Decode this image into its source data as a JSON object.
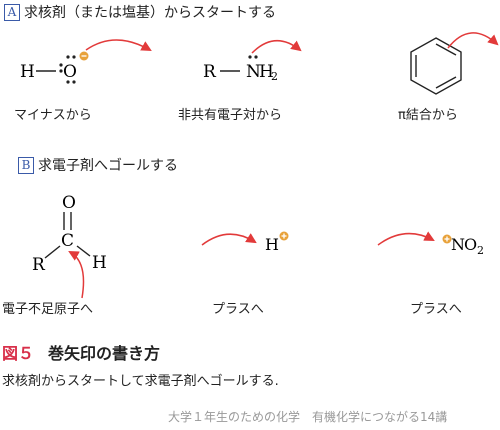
{
  "sectionA": {
    "letter": "A",
    "heading": "求核剤（または塩基）からスタートする",
    "atom_H": "H",
    "atom_O": "O",
    "atom_R": "R",
    "atom_N": "N",
    "subscript_2": "2",
    "labels": [
      "マイナスから",
      "非共有電子対から",
      "π結合から"
    ]
  },
  "sectionB": {
    "letter": "B",
    "heading": "求電子剤へゴールする",
    "atom_O": "O",
    "atom_C": "C",
    "atom_R": "R",
    "atom_H": "H",
    "proton_H": "H",
    "nitro_N": "N",
    "nitro_O": "O",
    "subscript_2": "2",
    "labels": [
      "電子不足原子へ",
      "プラスへ",
      "プラスへ"
    ]
  },
  "figure": {
    "number": "図５",
    "title": "巻矢印の書き方",
    "caption": "求核剤からスタートして求電子剤へゴールする."
  },
  "footer": "大学１年生のための化学　有機化学につながる14講",
  "colors": {
    "arrow": "#e23a3a",
    "charge_minus": "#e8a23a",
    "charge_plus": "#e8a23a",
    "section_box": "#3a5aa8",
    "figure_number": "#d8304a"
  }
}
